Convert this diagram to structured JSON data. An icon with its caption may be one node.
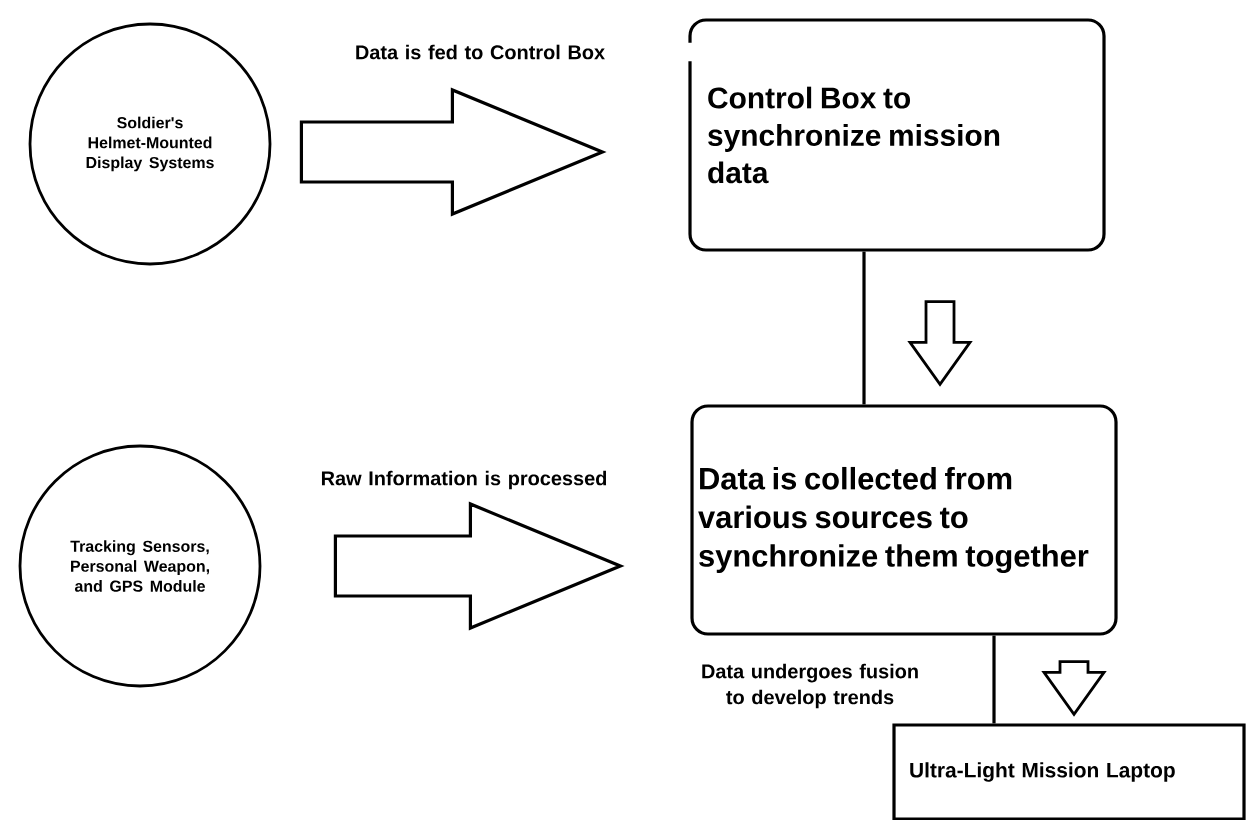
{
  "diagram": {
    "nodes": [
      {
        "text": [
          "Soldier's Helmet-Mounted Display Systems"
        ]
      },
      {
        "text": [
          "Control Box to synchronize mission data"
        ]
      },
      {
        "text": [
          "Tracking Sensors, Personal Weapon, and GPS Module"
        ]
      },
      {
        "text": [
          "Data is collected from various sources to synchronize them together"
        ]
      },
      {
        "text": [
          "Ultra-Light Mission Laptop"
        ]
      }
    ],
    "edges": [
      {
        "from": 0,
        "to": 1,
        "arrow": "to",
        "label": "Data is fed to Control Box"
      },
      {
        "from": 2,
        "to": 3,
        "arrow": "to",
        "label": "Raw Information is processed"
      },
      {
        "from": 1,
        "to": 3,
        "arrow": "none"
      },
      {
        "from": 1,
        "to": 3,
        "arrow": "to"
      },
      {
        "from": 3,
        "to": 4,
        "arrow": "none",
        "label": "Data undergoes fusion to develop trends"
      },
      {
        "from": 3,
        "to": 4,
        "arrow": "to"
      }
    ]
  }
}
